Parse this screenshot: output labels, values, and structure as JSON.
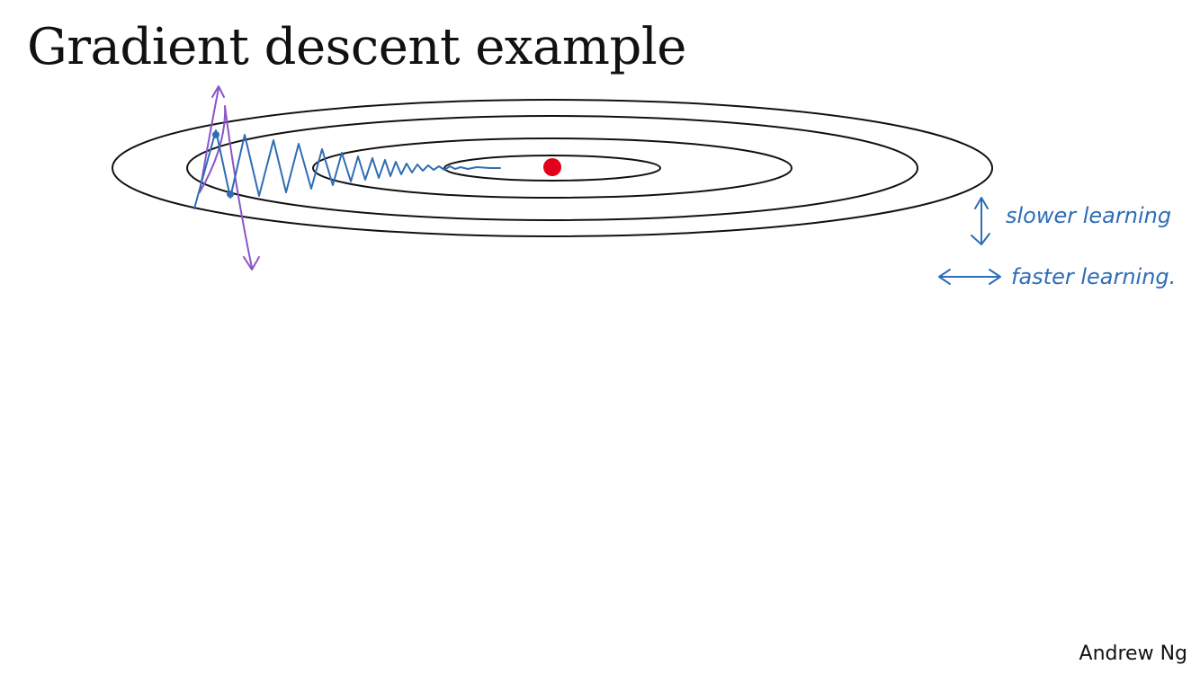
{
  "slide": {
    "title": "Gradient descent example",
    "author": "Andrew Ng"
  },
  "annotations": {
    "vertical": "slower learning",
    "horizontal": "faster learning."
  },
  "colors": {
    "contour": "#111111",
    "path": "#2f6db5",
    "oscillation_arrow": "#8a55c8",
    "minimum": "#e3001b",
    "handwriting": "#2f6db5"
  }
}
